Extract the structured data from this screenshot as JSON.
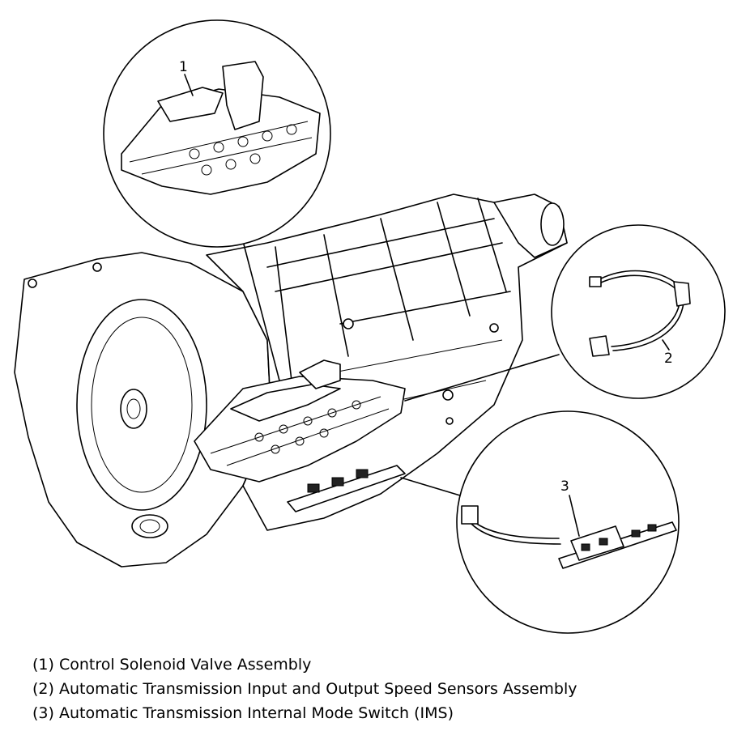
{
  "callouts": {
    "c1": "1",
    "c2": "2",
    "c3": "3"
  },
  "legend": [
    "(1) Control Solenoid Valve Assembly",
    "(2) Automatic Transmission Input and Output Speed Sensors Assembly",
    "(3) Automatic Transmission Internal Mode Switch (IMS)"
  ]
}
